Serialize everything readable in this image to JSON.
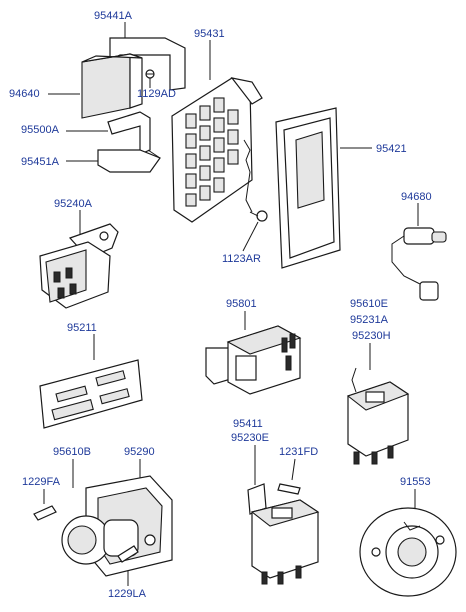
{
  "labels": {
    "p95441A": "95441A",
    "p95431": "95431",
    "p94640": "94640",
    "p1129AD": "1129AD",
    "p95500A": "95500A",
    "p95421": "95421",
    "p95451A": "95451A",
    "p95240A": "95240A",
    "p94680": "94680",
    "p1123AR": "1123AR",
    "p95801": "95801",
    "p95610E": "95610E",
    "p95231A": "95231A",
    "p95211": "95211",
    "p95230H": "95230H",
    "p95610B": "95610B",
    "p95290": "95290",
    "p95411": "95411",
    "p95230E": "95230E",
    "p1231FD": "1231FD",
    "p91553": "91553",
    "p1229FA": "1229FA",
    "p1229LA": "1229LA"
  }
}
